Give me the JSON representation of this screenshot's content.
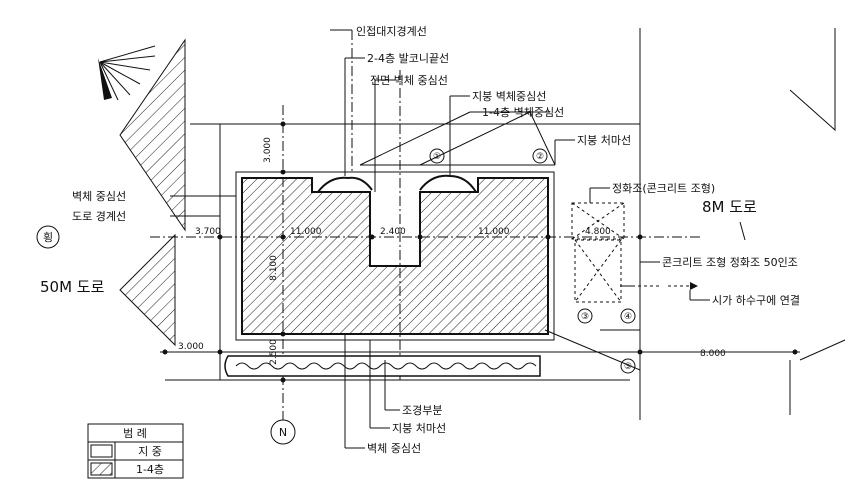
{
  "labels": {
    "adjacent_boundary": "인접대지경계선",
    "balcony_2_4": "2-4층 발코니끝선",
    "wall_center_front": "전면 벽체 중심선",
    "roof_wall_center": "지붕 벽체중심선",
    "floor_1_4_wall_center": "1-4층 벽체중심선",
    "roof_eave_top": "지붕 처마선",
    "wall_center_left": "벽체 중심선",
    "road_boundary": "도로 경계선",
    "septic_tank": "정화조(콘크리트 조형)",
    "road_8m": "8M 도로",
    "road_50m": "50M 도로",
    "concrete_septic": "콘크리트 조형 정화조 50인조",
    "sewer": "시가 하수구에 연결",
    "landscape": "조경부분",
    "roof_eave_bottom": "지붕 처마선",
    "wall_center_bottom": "벽체 중심선",
    "legend_title": "범 례",
    "legend_land": "지 중",
    "legend_building": "1-4층",
    "north_marker": "N",
    "bubble_1": "①",
    "bubble_2": "②",
    "bubble_3": "③",
    "bubble_4": "④",
    "bubble_5": "⑤",
    "left_circle": "횡"
  },
  "dimensions": {
    "top_v": "3.000",
    "left_h": "3.700",
    "mid_1": "11.000",
    "mid_2": "2.400",
    "mid_3": "11.000",
    "right_h": "4.800",
    "vertical": "8.100",
    "bottom_v": "2.500",
    "bottom_left": "3.000",
    "bottom_right": "8.000"
  }
}
